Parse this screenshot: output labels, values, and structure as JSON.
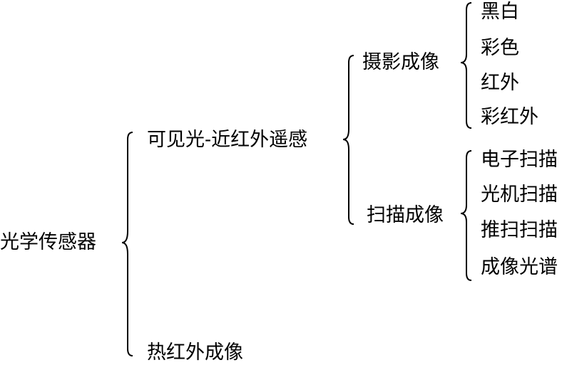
{
  "root": {
    "label": "光学传感器"
  },
  "branches": {
    "visible_nir": {
      "label": "可见光-近红外遥感"
    },
    "thermal_ir": {
      "label": "热红外成像"
    }
  },
  "sub_branches": {
    "photographic": {
      "label": "摄影成像"
    },
    "scanning": {
      "label": "扫描成像"
    }
  },
  "photographic_leaves": [
    {
      "label": "黑白"
    },
    {
      "label": "彩色"
    },
    {
      "label": "红外"
    },
    {
      "label": "彩红外"
    }
  ],
  "scanning_leaves": [
    {
      "label": "电子扫描"
    },
    {
      "label": "光机扫描"
    },
    {
      "label": "推扫扫描"
    },
    {
      "label": "成像光谱"
    }
  ]
}
